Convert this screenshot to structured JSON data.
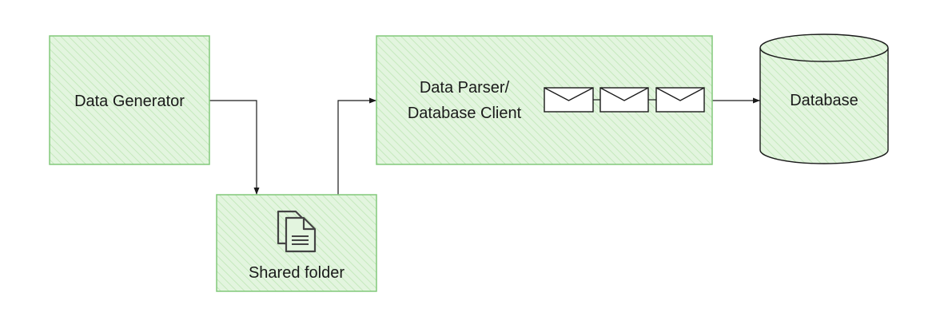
{
  "nodes": {
    "data_generator": {
      "label": "Data Generator"
    },
    "shared_folder": {
      "label": "Shared folder",
      "icon": "documents-icon"
    },
    "parser": {
      "label_line1": "Data Parser/",
      "label_line2": "Database Client"
    },
    "database": {
      "label": "Database",
      "shape": "cylinder"
    }
  },
  "messages": {
    "count": 3,
    "icon": "envelope-icon"
  },
  "colors": {
    "node_fill": "#e3f5df",
    "hatch": "#bfe6b7",
    "node_border": "#82c97a",
    "stroke": "#1a1a1a",
    "text": "#1a1a1a"
  }
}
